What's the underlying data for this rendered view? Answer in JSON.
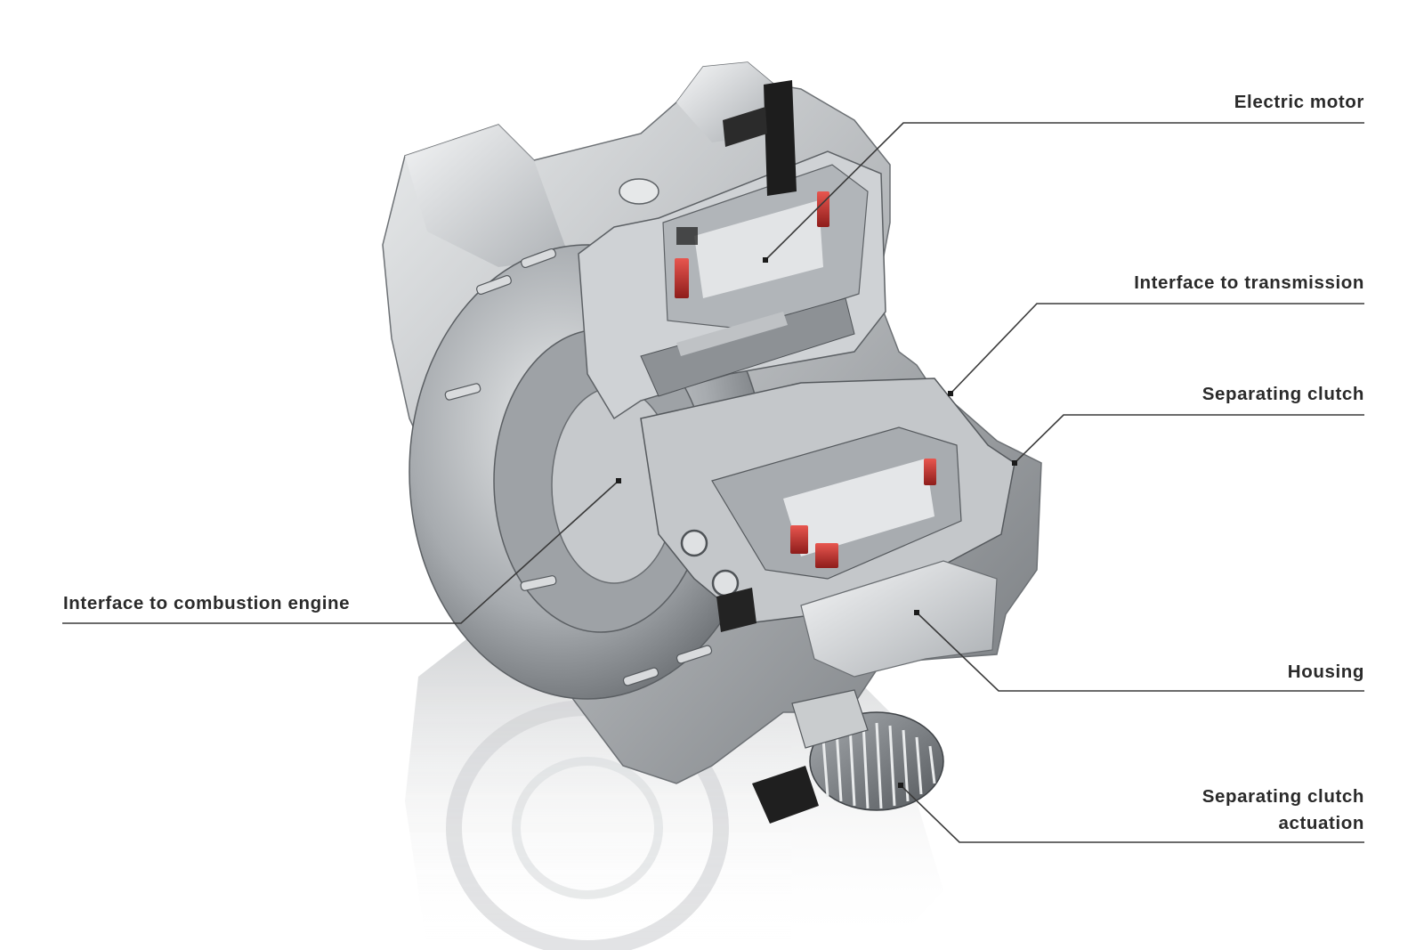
{
  "callouts": {
    "electric_motor": "Electric motor",
    "interface_transmission": "Interface to transmission",
    "separating_clutch": "Separating clutch",
    "interface_combustion": "Interface to combustion engine",
    "housing": "Housing",
    "clutch_actuation_line1": "Separating clutch",
    "clutch_actuation_line2": "actuation"
  },
  "colors": {
    "leader_line": "#3a3a3a",
    "label_text": "#2a2a2a",
    "housing_metal": "#b9bcbf",
    "coil_accent": "#c8312e",
    "connector_dark": "#1d1d1d"
  }
}
